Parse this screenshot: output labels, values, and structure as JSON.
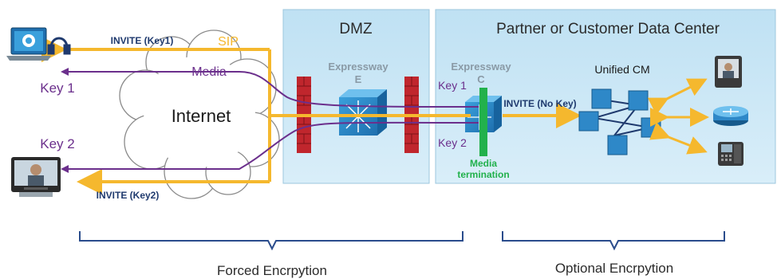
{
  "zones": {
    "dmz_title": "DMZ",
    "dc_title": "Partner or Customer Data Center"
  },
  "devices": {
    "expressway_e": [
      "Expressway",
      "E"
    ],
    "expressway_c": [
      "Expressway",
      "C"
    ],
    "unified_cm": "Unified CM",
    "internet": "Internet"
  },
  "labels": {
    "sip": "SIP",
    "media": "Media",
    "invite_key1": "INVITE (Key1)",
    "invite_key2": "INVITE (Key2)",
    "invite_no_key": "INVITE (No Key)",
    "left_key1": "Key 1",
    "left_key2": "Key 2",
    "c_key1": "Key 1",
    "c_key2": "Key 2",
    "media_termination": [
      "Media",
      "termination"
    ]
  },
  "brackets": {
    "forced": "Forced Encrpytion",
    "optional": "Optional Encrpytion"
  },
  "colors": {
    "sip": "#f5b82e",
    "media": "#6b2f8c",
    "green": "#22b14c",
    "zone_fill": "#cbe6f5",
    "bracket": "#2a4c8c"
  }
}
